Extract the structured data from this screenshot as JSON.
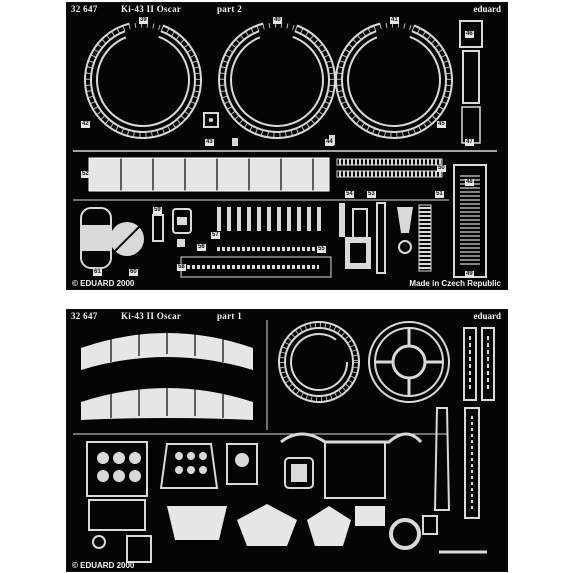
{
  "fret_top": {
    "header_code": "32 647",
    "header_title": "Ki-43 II Oscar",
    "header_part": "part 2",
    "brand": "eduard",
    "copyright": "© EDUARD 2000",
    "made_in": "Made in Czech Republic",
    "part_numbers": [
      "39",
      "40",
      "41",
      "42",
      "43",
      "44",
      "45",
      "46",
      "47",
      "48",
      "49",
      "50",
      "51",
      "52",
      "53",
      "54",
      "55",
      "56",
      "57",
      "58",
      "59",
      "60",
      "61"
    ]
  },
  "fret_bottom": {
    "header_code": "32 647",
    "header_title": "Ki-43 II Oscar",
    "header_part": "part 1",
    "brand": "eduard",
    "copyright": "© EDUARD 2000"
  },
  "colors": {
    "metal": "#d9d9d9",
    "backing": "#050505",
    "highlight": "#ffffff"
  }
}
